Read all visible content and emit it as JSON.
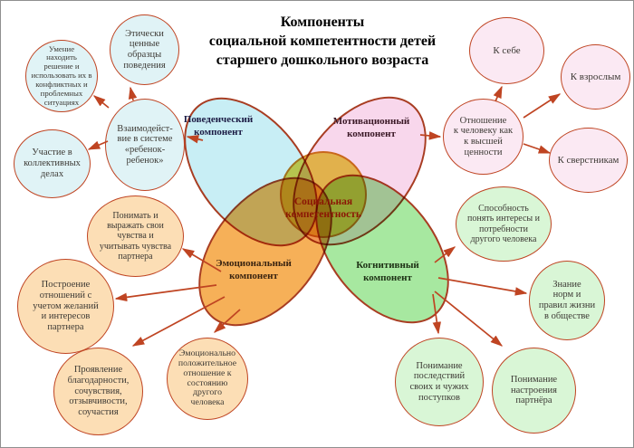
{
  "title": "Компоненты\nсоциальной компетентности детей\nстаршего дошкольного возраста",
  "venn": {
    "behavioral_label": "Поведенческий\nкомпонент",
    "motivational_label": "Мотивационный\nкомпонент",
    "emotional_label": "Эмоциональный\nкомпонент",
    "cognitive_label": "Когнитивный\nкомпонент",
    "center_label": "Социальная\nкомпетентность"
  },
  "bubbles": {
    "finding_solutions": "Умение\nнаходить\nрешение и\nиспользовать их в\nконфликтных и\nпроблемных\nситуациях",
    "ethical_patterns": "Этически\nценные\nобразцы\nповедения",
    "child_child_interaction": "Взаимодейст-\nвие в системе\n«ребенок-\nребенок»",
    "collective_participation": "Участие в\nколлективных\nделах",
    "to_self": "К себе",
    "to_adults": "К взрослым",
    "person_highest_value": "Отношение\nк человеку как\nк высшей\nценности",
    "to_peers": "К сверстникам",
    "understand_express_feelings": "Понимать и\nвыражать свои\nчувства и\nучитывать чувства\nпартнера",
    "building_relationships": "Построение\nотношений с\nучетом желаний\nи интересов\nпартнера",
    "gratitude_sympathy": "Проявление\nблагодарности,\nсочувствия,\nотзывчивости,\nсоучастия",
    "positive_attitude_state": "Эмоционально\nположительное\nотношение к\nсостоянию\nдругого\nчеловека",
    "understand_interests_needs": "Способность\nпонять интересы и\nпотребности\nдругого человека",
    "norms_rules": "Знание\nнорм и\nправил жизни\nв обществе",
    "consequences_actions": "Понимание\nпоследствий\nсвоих и чужих\nпоступков",
    "partner_mood": "Понимание\nнастроения\nпартнёра"
  },
  "colors": {
    "arrow_and_bubble_border": "#bf4422",
    "petal_border": "#a83d22",
    "center_circle_border": "#cf7a1e",
    "light_cyan": "#e0f3f6",
    "light_pink": "#fbe9f3",
    "light_peach": "#fcdeb5",
    "light_green": "#d9f6d6",
    "venn_cyan": "#c8eef5",
    "venn_pink": "#f8d7ec",
    "venn_orange": "#f6b058",
    "venn_green": "#a7e8a0",
    "venn_center_yellow": "#e8d252",
    "center_label_text": "#8b1505",
    "title_text": "#000000"
  }
}
